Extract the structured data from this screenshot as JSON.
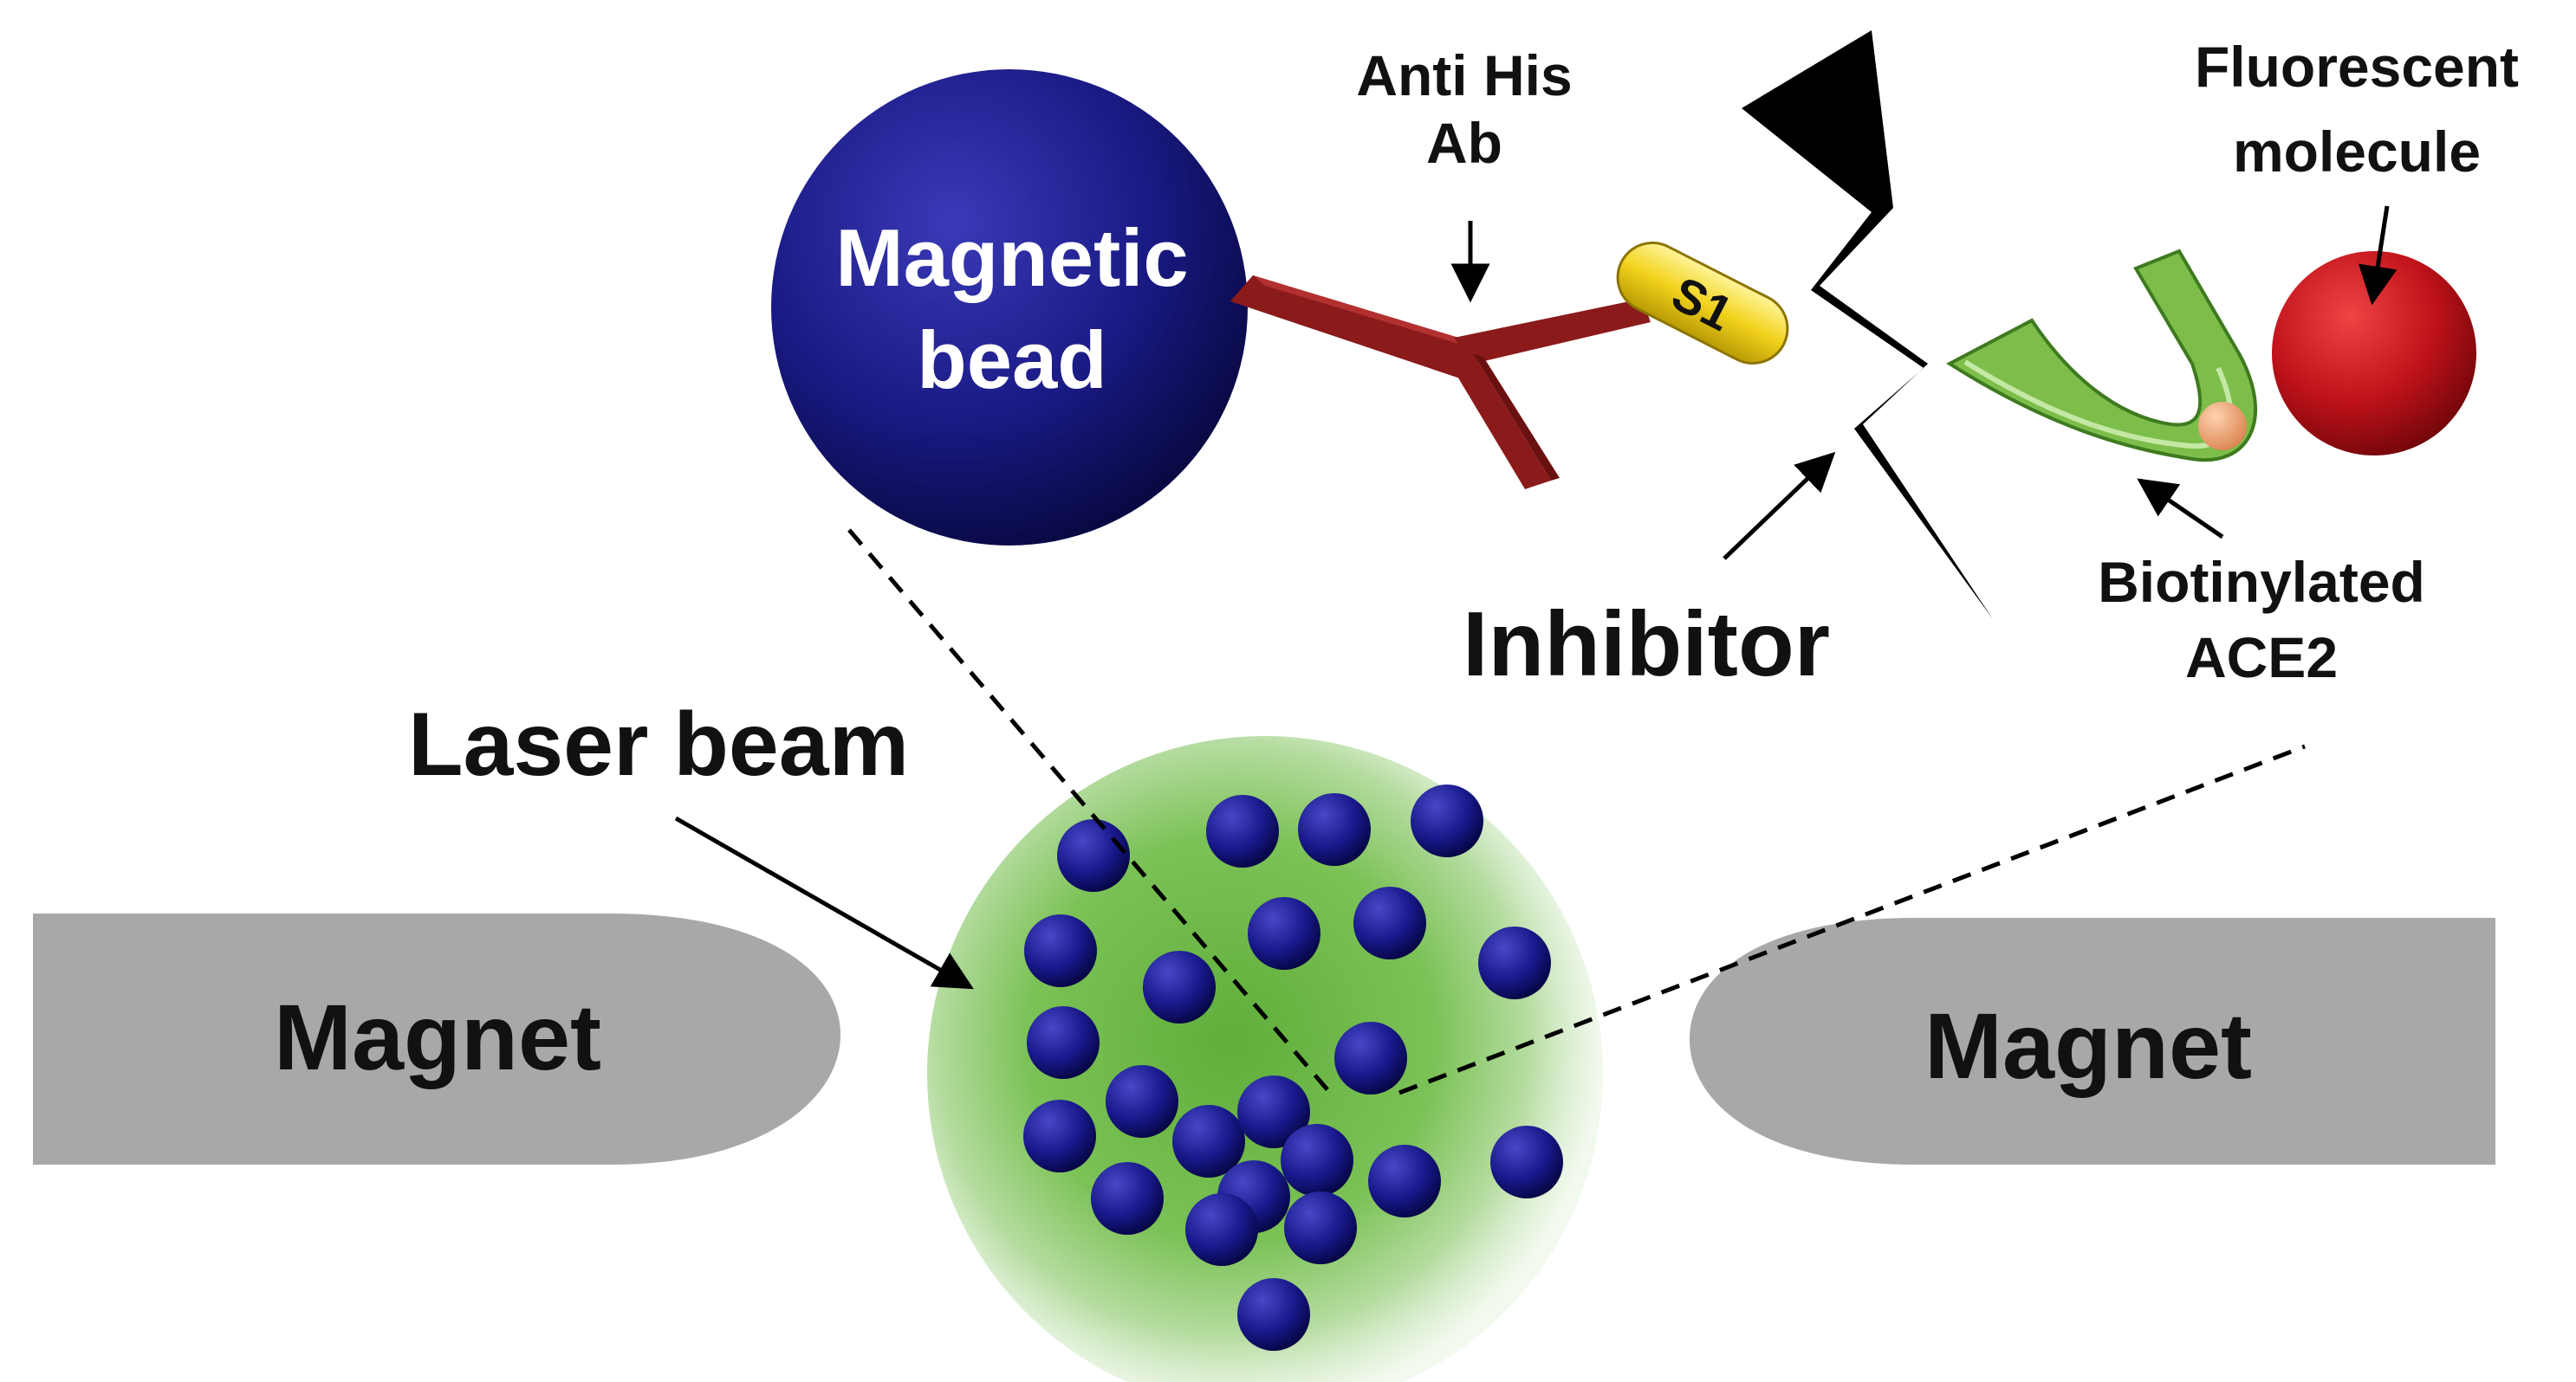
{
  "labels": {
    "magnetic_bead_line1": "Magnetic",
    "magnetic_bead_line2": "bead",
    "antibody_line1": "Anti His",
    "antibody_line2": "Ab",
    "s1": "S1",
    "fluorescent_line1": "Fluorescent",
    "fluorescent_line2": "molecule",
    "inhibitor": "Inhibitor",
    "biotinylated_line1": "Biotinylated",
    "biotinylated_line2": "ACE2",
    "laser_beam": "Laser beam",
    "magnet_left": "Magnet",
    "magnet_right": "Magnet"
  },
  "colors": {
    "magnetic_bead": "#1a1a7a",
    "antibody": "#8b1a1a",
    "s1_protein": "#f2d21b",
    "lightning": "#000000",
    "ace2": "#7dbd4a",
    "biotin": "#e79a64",
    "fluorescent_molecule": "#c4161c",
    "laser_glow": "#7ec25a",
    "magnet": "#a8a8a8"
  },
  "icons": {
    "magnetic_bead": "sphere",
    "antibody": "y-shaped-antibody",
    "s1_protein": "capsule",
    "inhibitor": "lightning-bolt",
    "ace2": "u-shaped-receptor",
    "fluorescent_molecule": "sphere"
  }
}
